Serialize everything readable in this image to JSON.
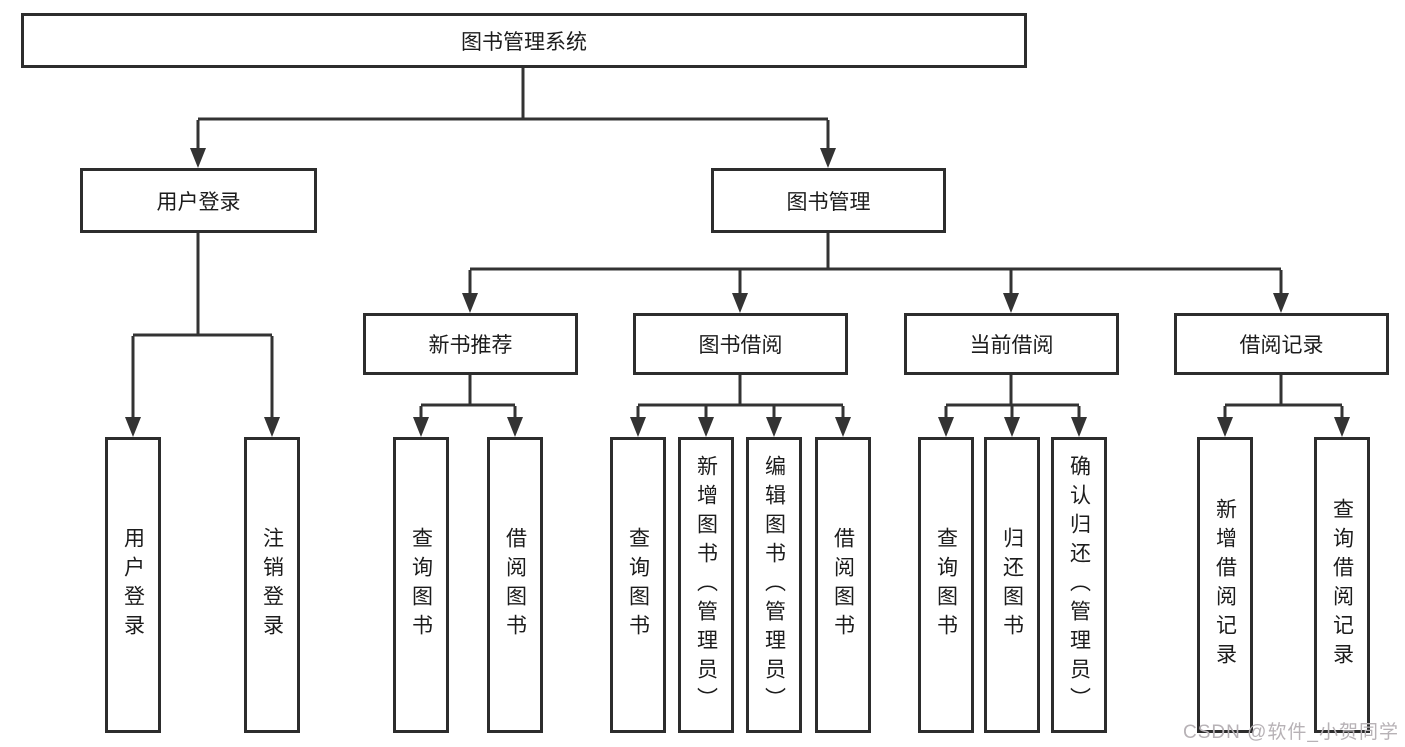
{
  "tree": {
    "label": "图书管理系统",
    "children": [
      {
        "label": "用户登录",
        "children": [
          {
            "label": "用户登录"
          },
          {
            "label": "注销登录"
          }
        ]
      },
      {
        "label": "图书管理",
        "children": [
          {
            "label": "新书推荐",
            "children": [
              {
                "label": "查询图书"
              },
              {
                "label": "借阅图书"
              }
            ]
          },
          {
            "label": "图书借阅",
            "children": [
              {
                "label": "查询图书"
              },
              {
                "label": "新增图书（管理员）"
              },
              {
                "label": "编辑图书（管理员）"
              },
              {
                "label": "借阅图书"
              }
            ]
          },
          {
            "label": "当前借阅",
            "children": [
              {
                "label": "查询图书"
              },
              {
                "label": "归还图书"
              },
              {
                "label": "确认归还（管理员）"
              }
            ]
          },
          {
            "label": "借阅记录",
            "children": [
              {
                "label": "新增借阅记录"
              },
              {
                "label": "查询借阅记录"
              }
            ]
          }
        ]
      }
    ]
  },
  "watermark": "CSDN @软件_小贺同学",
  "colors": {
    "line": "#333333",
    "box_border": "#2d2d2d",
    "text": "#1c1c1c",
    "watermark": "#b7b2b6",
    "background": "#ffffff"
  }
}
